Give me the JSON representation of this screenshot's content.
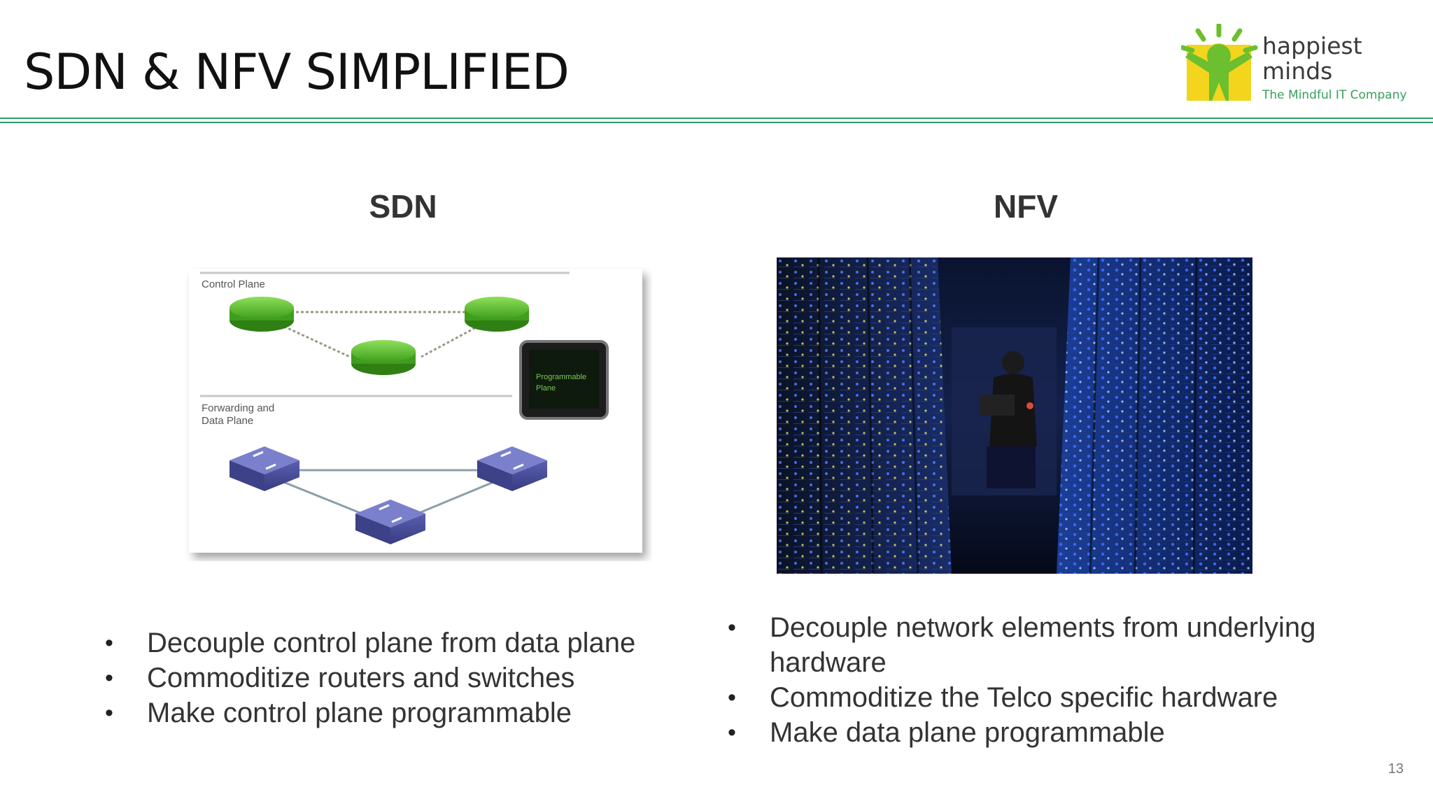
{
  "slide": {
    "title": "SDN & NFV SIMPLIFIED",
    "page_number": "13"
  },
  "logo": {
    "word1": "happiest",
    "word2": "minds",
    "tagline": "The Mindful IT Company",
    "colors": {
      "sun": "#f2d51c",
      "figure": "#6cbf2e",
      "tagline": "#36a05a"
    }
  },
  "sdn": {
    "heading": "SDN",
    "diagram": {
      "top_label": "Control Plane",
      "bottom_label_line1": "Forwarding and",
      "bottom_label_line2": "Data Plane",
      "controller_line1": "Programmable",
      "controller_line2": "Plane"
    },
    "bullets": [
      "Decouple control plane from data plane",
      "Commoditize routers and switches",
      "Make control plane programmable"
    ]
  },
  "nfv": {
    "heading": "NFV",
    "photo": "data-center-server-racks",
    "bullets": [
      "Decouple network elements from underlying hardware",
      "Commoditize the Telco specific hardware",
      "Make data plane programmable"
    ]
  },
  "colors": {
    "accent_rule": "#2e9e6a",
    "router_green": "#4fae2a",
    "switch_blue": "#4a4f96"
  }
}
